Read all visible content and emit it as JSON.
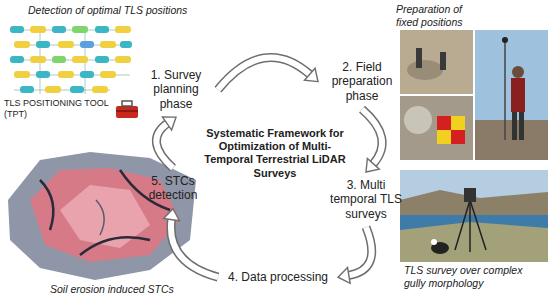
{
  "diagram": {
    "title": "Systematic Framework for Optimization of Multi-Temporal Terrestrial LiDAR Surveys",
    "nodes": [
      {
        "text": [
          "1. Survey planning phase"
        ]
      },
      {
        "text": [
          "2. Field preparation phase"
        ]
      },
      {
        "text": [
          "3. Multi temporal TLS surveys"
        ]
      },
      {
        "text": [
          "4. Data processing"
        ]
      },
      {
        "text": [
          "5. STCs detection"
        ]
      }
    ],
    "edges": [
      {
        "from": 0,
        "to": 1,
        "arrow": "to"
      },
      {
        "from": 1,
        "to": 2,
        "arrow": "to"
      },
      {
        "from": 2,
        "to": 3,
        "arrow": "to"
      },
      {
        "from": 3,
        "to": 4,
        "arrow": "to"
      },
      {
        "from": 4,
        "to": 0,
        "arrow": "to"
      }
    ],
    "labels": [
      "Detection of optimal TLS positions",
      "TLS POSITIONING TOOL (TPT)",
      "Preparation of fixed positions",
      "TLS survey over complex gully morphology",
      "Soil erosion induced STCs"
    ]
  }
}
